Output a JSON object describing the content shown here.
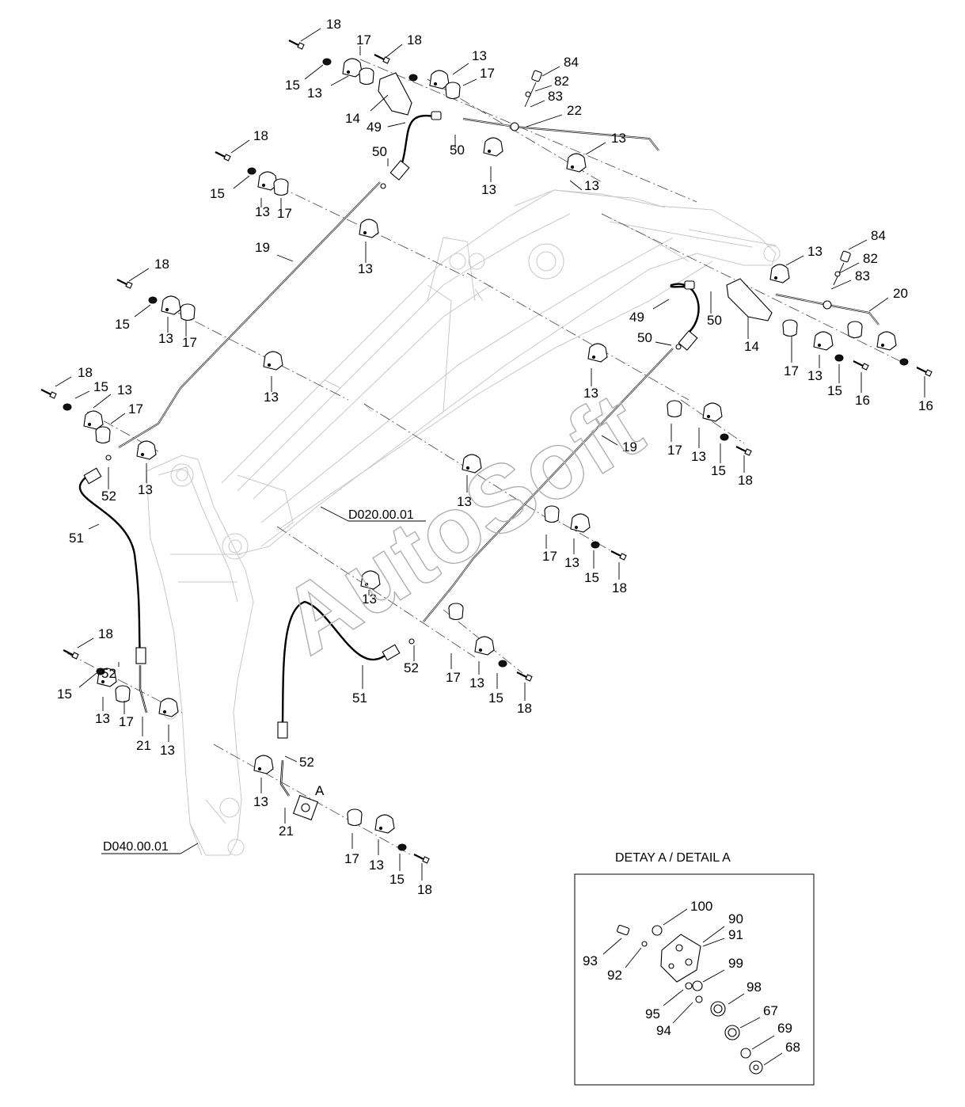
{
  "watermark": "AutoSoft",
  "references": [
    "D020.00.01",
    "D040.00.01"
  ],
  "detail": {
    "title": "DETAY A / DETAIL A",
    "marker": "A",
    "labels": [
      "100",
      "90",
      "91",
      "93",
      "92",
      "99",
      "98",
      "95",
      "94",
      "67",
      "69",
      "68"
    ]
  },
  "callouts": [
    "18",
    "17",
    "18",
    "15",
    "13",
    "13",
    "17",
    "84",
    "82",
    "83",
    "22",
    "14",
    "49",
    "50",
    "50",
    "13",
    "13",
    "18",
    "15",
    "13",
    "17",
    "19",
    "13",
    "18",
    "15",
    "13",
    "17",
    "13",
    "18",
    "15",
    "13",
    "17",
    "52",
    "13",
    "51",
    "13",
    "84",
    "13",
    "82",
    "83",
    "20",
    "49",
    "50",
    "50",
    "14",
    "17",
    "13",
    "15",
    "16",
    "16",
    "13",
    "17",
    "13",
    "15",
    "18",
    "19",
    "D020",
    "13",
    "17",
    "13",
    "15",
    "18",
    "13",
    "52",
    "17",
    "13",
    "15",
    "18",
    "51",
    "18",
    "52",
    "15",
    "13",
    "17",
    "21",
    "13",
    "52",
    "13",
    "21",
    "17",
    "13",
    "15",
    "18"
  ]
}
